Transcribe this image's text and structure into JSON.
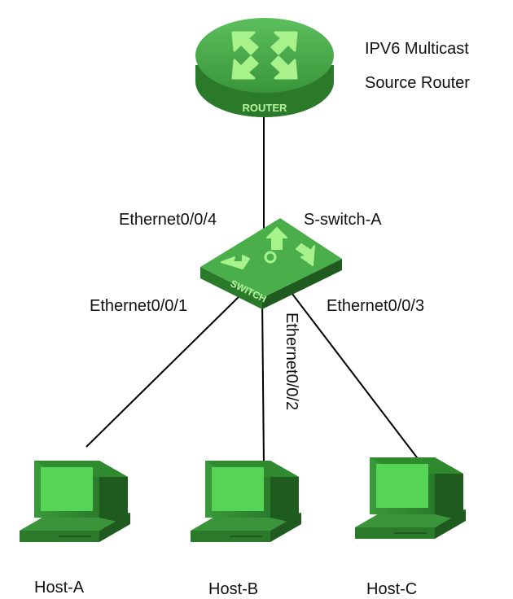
{
  "colors": {
    "device_dark": "#2f7a2f",
    "device_mid": "#3a953a",
    "device_light": "#5ec85e",
    "device_shadow": "#1f5a1f",
    "screen": "#56d456",
    "arrow": "#a8f28c",
    "link_line": "#000000"
  },
  "router": {
    "title_line1": "IPV6   Multicast",
    "title_line2": "Source Router",
    "badge": "ROUTER"
  },
  "switch": {
    "name": "S-switch-A",
    "badge": "SWITCH",
    "ports": {
      "p1": "Ethernet0/0/1",
      "p2": "Ethernet0/0/2",
      "p3": "Ethernet0/0/3",
      "p4": "Ethernet0/0/4"
    }
  },
  "hosts": {
    "a": "Host-A",
    "b": "Host-B",
    "c": "Host-C"
  },
  "icons": [
    "router-icon",
    "switch-icon",
    "host-computer-icon"
  ]
}
